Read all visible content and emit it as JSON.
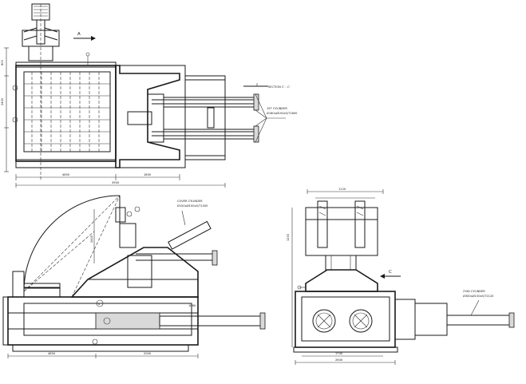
{
  "labels": {
    "section_cc": "SECTION C' - C'",
    "cyl1_title": "1ST CYLINDER",
    "cyl1_spec": "Ø180xØ100xS/T1600",
    "cover_title": "COVER CYLINDER",
    "cover_spec": "Ø150xØ100xS/T1500",
    "cyl2_title": "2'ND CYLINDER",
    "cyl2_spec": "Ø300xØ150xS/T2120",
    "section_a": "A",
    "section_c": "C"
  },
  "dimensions": {
    "top_w1": "4850",
    "top_w2": "1850",
    "top_w3": "3900",
    "bot_w1": "4850",
    "bot_w2": "2000",
    "bot_w3": "1880",
    "right_w1": "1740",
    "right_w2": "2640",
    "right_w3": "1120",
    "height1": "2400",
    "height2": "1200"
  }
}
